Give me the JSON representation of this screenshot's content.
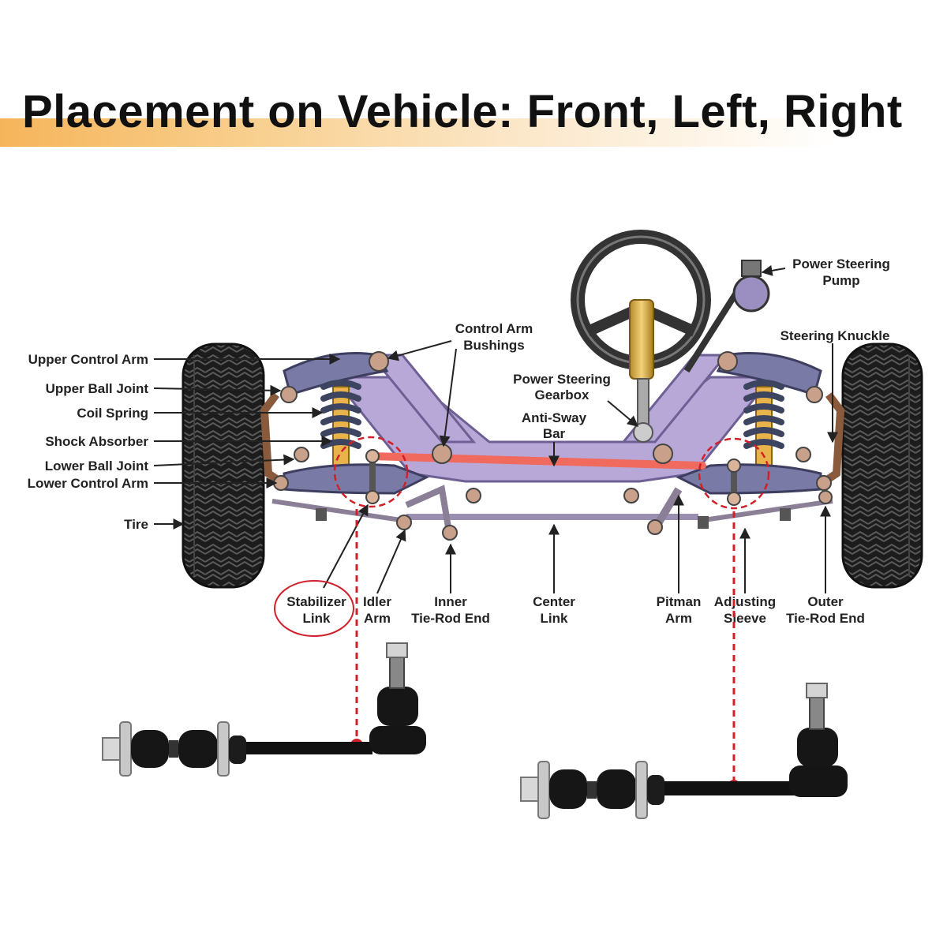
{
  "title": "Placement on Vehicle: Front, Left, Right",
  "labels": {
    "upper_control_arm": "Upper Control Arm",
    "upper_ball_joint": "Upper Ball Joint",
    "coil_spring": "Coil Spring",
    "shock_absorber": "Shock Absorber",
    "lower_ball_joint": "Lower Ball Joint",
    "lower_control_arm": "Lower Control Arm",
    "tire": "Tire",
    "control_arm_bushings_1": "Control Arm",
    "control_arm_bushings_2": "Bushings",
    "power_steering_gearbox_1": "Power Steering",
    "power_steering_gearbox_2": "Gearbox",
    "anti_sway_bar_1": "Anti-Sway",
    "anti_sway_bar_2": "Bar",
    "power_steering_pump_1": "Power Steering",
    "power_steering_pump_2": "Pump",
    "steering_knuckle": "Steering Knuckle",
    "stabilizer_link_1": "Stabilizer",
    "stabilizer_link_2": "Link",
    "idler_arm_1": "Idler",
    "idler_arm_2": "Arm",
    "inner_tie_rod_end_1": "Inner",
    "inner_tie_rod_end_2": "Tie-Rod End",
    "center_link_1": "Center",
    "center_link_2": "Link",
    "pitman_arm_1": "Pitman",
    "pitman_arm_2": "Arm",
    "adjusting_sleeve_1": "Adjusting",
    "adjusting_sleeve_2": "Sleeve",
    "outer_tie_rod_end_1": "Outer",
    "outer_tie_rod_end_2": "Tie-Rod End"
  },
  "colors": {
    "highlight": "#d0202a",
    "frame": "#b8a8d8",
    "anti_sway_bar": "#f06a5e",
    "spring": "#3c4460",
    "shock": "#e8b34a",
    "tire": "#1a1a1a",
    "title_band": "#f5b55b"
  }
}
